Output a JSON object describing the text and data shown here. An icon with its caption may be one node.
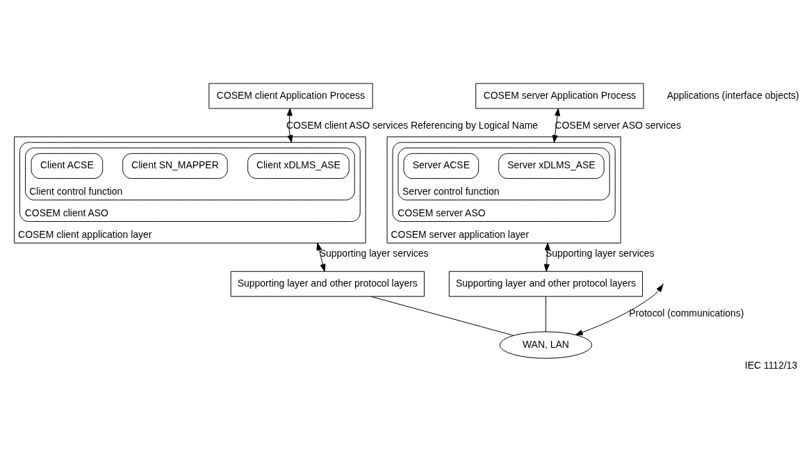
{
  "diagram": {
    "caption": "IEC 1112/13",
    "nodes": [
      {
        "text": [
          "COSEM client Application Process"
        ]
      },
      {
        "text": [
          "COSEM client application layer"
        ]
      },
      {
        "text": [
          "COSEM client ASO"
        ],
        "in": 1
      },
      {
        "text": [
          "Client control function"
        ],
        "in": 2
      },
      {
        "text": [
          "Client xDLMS_ASE"
        ],
        "in": 3
      },
      {
        "text": [
          "Client SN_MAPPER"
        ],
        "in": 3
      },
      {
        "text": [
          "Client ACSE"
        ],
        "in": 3
      },
      {
        "text": [
          "Supporting layer and other protocol layers"
        ]
      },
      {
        "text": [
          "COSEM server Application Process"
        ]
      },
      {
        "text": [
          "COSEM server application layer"
        ]
      },
      {
        "text": [
          "COSEM server ASO"
        ],
        "in": 9
      },
      {
        "text": [
          "Server control function"
        ],
        "in": 10
      },
      {
        "text": [
          "Server xDLMS_ASE"
        ],
        "in": 11
      },
      {
        "text": [
          "Server ACSE"
        ],
        "in": 11
      },
      {
        "text": [
          "Supporting layer and other protocol layers"
        ]
      },
      {
        "text": [
          "WAN, LAN"
        ]
      }
    ],
    "edges": [
      {
        "from": 0,
        "to": 2,
        "arrow": "both",
        "label": "COSEM client ASO services Referencing by Logical Name"
      },
      {
        "from": 8,
        "to": 10,
        "arrow": "both",
        "label": "COSEM server ASO services"
      },
      {
        "from": 1,
        "to": 7,
        "arrow": "both",
        "label": "Supporting layer services"
      },
      {
        "from": 9,
        "to": 14,
        "arrow": "both",
        "label": "Supporting layer services"
      },
      {
        "from": null,
        "to": 15,
        "arrow": "both",
        "label": "Protocol (communications)"
      },
      {
        "from": 7,
        "to": 15,
        "arrow": "none"
      },
      {
        "from": 14,
        "to": 15,
        "arrow": "none"
      }
    ],
    "labels": [
      "Applications (interface objects)"
    ]
  }
}
